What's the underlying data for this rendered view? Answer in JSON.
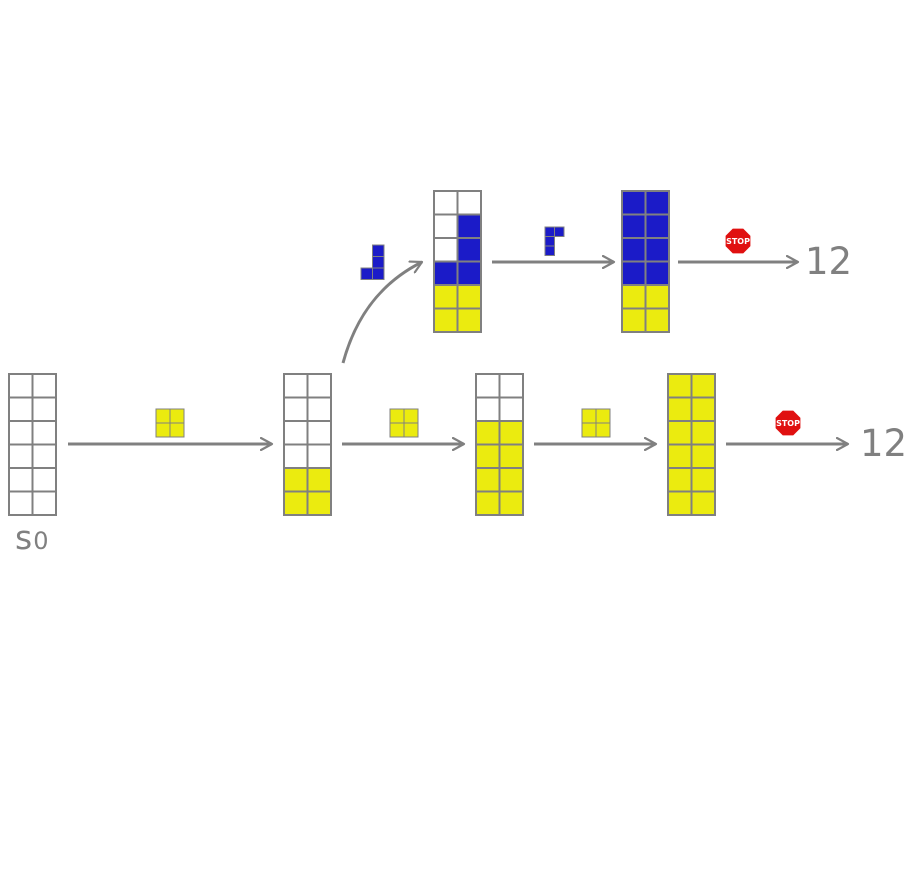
{
  "colors": {
    "empty": "#ffffff",
    "yellow": "#ebeb0f",
    "blue": "#1b1bc8",
    "grid": "#808080",
    "arrow": "#808080",
    "stop_sign": "#e01010"
  },
  "start_label": {
    "base": "s",
    "subscript": "0"
  },
  "stop_sign_text": "STOP",
  "outcomes": {
    "top": "12",
    "bottom": "12"
  },
  "boards": {
    "s0": [
      "..",
      "..",
      "..",
      "..",
      "..",
      ".."
    ],
    "b1": [
      "..",
      "..",
      "..",
      "..",
      "YY",
      "YY"
    ],
    "b2": [
      "..",
      "..",
      "YY",
      "YY",
      "YY",
      "YY"
    ],
    "b3": [
      "YY",
      "YY",
      "YY",
      "YY",
      "YY",
      "YY"
    ],
    "t1": [
      "..",
      ".B",
      ".B",
      "BB",
      "YY",
      "YY"
    ],
    "t2": [
      "BB",
      "BB",
      "BB",
      "BB",
      "YY",
      "YY"
    ]
  },
  "pieces": {
    "o_piece": [
      "YY",
      "YY"
    ],
    "j_piece": [
      ".B",
      ".B",
      "BB"
    ],
    "l_piece": [
      "BB",
      "B.",
      "B."
    ]
  }
}
